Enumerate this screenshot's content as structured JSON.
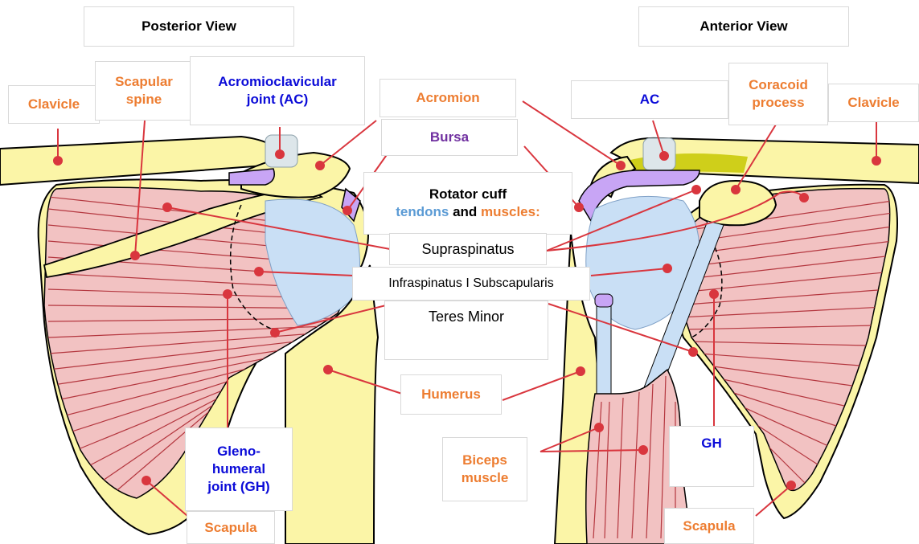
{
  "titles": {
    "posterior": "Posterior View",
    "anterior": "Anterior View"
  },
  "labels": {
    "clavicle_left": "Clavicle",
    "scapular_spine": [
      "Scapular",
      "spine"
    ],
    "ac_joint": [
      "Acromioclavicular",
      "joint (AC)"
    ],
    "acromion": "Acromion",
    "bursa": "Bursa",
    "ac_short": "AC",
    "coracoid": [
      "Coracoid",
      "process"
    ],
    "clavicle_right": "Clavicle",
    "rotator_title": "Rotator cuff",
    "rotator_tendons": "tendons",
    "rotator_and": " and ",
    "rotator_muscles": "muscles:",
    "supraspinatus": "Supraspinatus",
    "infra_sub": "Infraspinatus I Subscapularis",
    "teres_minor": "Teres Minor",
    "humerus": "Humerus",
    "biceps": [
      "Biceps",
      "muscle"
    ],
    "gh_joint": [
      "Gleno-",
      "humeral",
      "joint (GH)"
    ],
    "gh_short": "GH",
    "scapula_left": "Scapula",
    "scapula_right": "Scapula"
  },
  "colors": {
    "bone": "#fbf5a7",
    "muscle": "#f2c2c2",
    "muscle_line": "#b4373f",
    "tendon": "#c9dff5",
    "bursa": "#c8a5f5",
    "cartilage": "#cfcf1a",
    "pointer": "#d9363e",
    "outline": "#000000"
  }
}
